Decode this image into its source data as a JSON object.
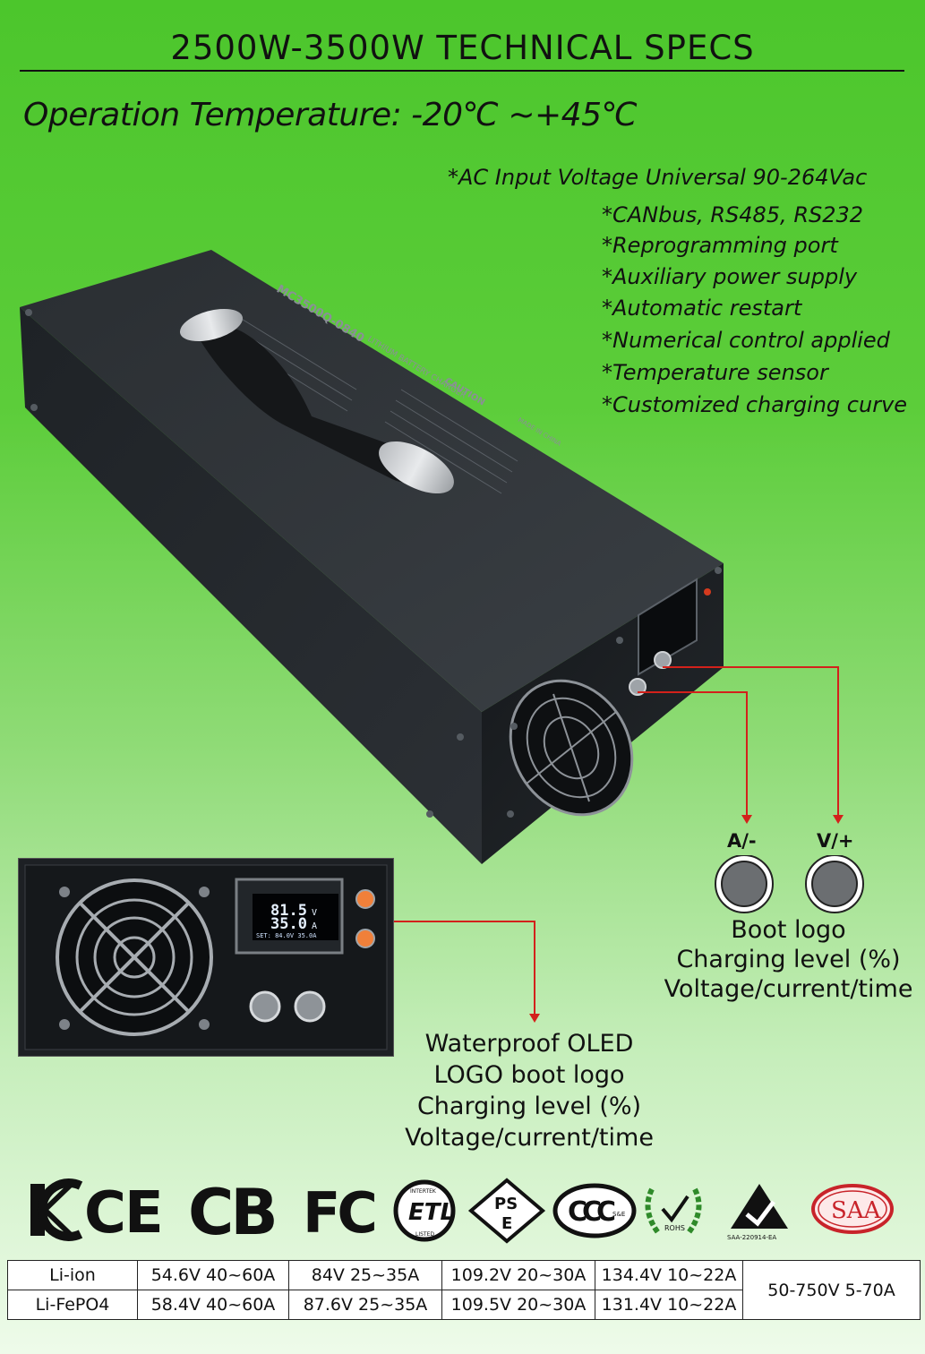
{
  "header": {
    "title": "2500W-3500W  TECHNICAL SPECS",
    "operation_temperature": "Operation Temperature: -20℃ ~+45℃"
  },
  "features": [
    "*AC Input Voltage Universal 90-264Vac",
    "*CANbus, RS485, RS232",
    "*Reprogramming port",
    "*Auxiliary power supply",
    "*Automatic restart",
    "*Numerical control applied",
    "*Temperature sensor",
    "*Customized charging curve"
  ],
  "charger_label": {
    "model": "MC3500Q-0840",
    "type": "LITHIUM BATTERY CHARGER",
    "caution": "CAUTION",
    "made_in": "MADE IN CHINA"
  },
  "connectors": {
    "left_label": "A/-",
    "right_label": "V/+",
    "description": [
      "Boot logo",
      "Charging level (%)",
      "Voltage/current/time"
    ]
  },
  "oled": {
    "voltage": "81.5",
    "voltage_unit": "V",
    "current": "35.0",
    "current_unit": "A",
    "set_line": "SET: 84.0V  35.0A",
    "description": [
      "Waterproof OLED",
      "LOGO boot logo",
      "Charging level (%)",
      "Voltage/current/time"
    ]
  },
  "certifications": {
    "kc": "KC",
    "ce": "CE",
    "cb": "CB",
    "fc": "FC",
    "etl": "ETL",
    "etl_top": "INTERTEK",
    "etl_bottom": "LISTED",
    "pse_top": "PS",
    "pse_bottom": "E",
    "ccc": "CCC",
    "ccc_sub": "S&E",
    "rohs": "ROHS",
    "rcm": "SAA-220914-EA",
    "saa": "SAA",
    "colors": {
      "saa_red": "#c8232a",
      "rohs_green": "#2f8a2a"
    }
  },
  "spec_table": {
    "rows": [
      {
        "chemistry": "Li-ion",
        "cells": [
          "54.6V 40~60A",
          "84V 25~35A",
          "109.2V 20~30A",
          "134.4V 10~22A"
        ]
      },
      {
        "chemistry": "Li-FePO4",
        "cells": [
          "58.4V 40~60A",
          "87.6V 25~35A",
          "109.5V 20~30A",
          "131.4V 10~22A"
        ]
      }
    ],
    "range": "50-750V  5-70A"
  }
}
